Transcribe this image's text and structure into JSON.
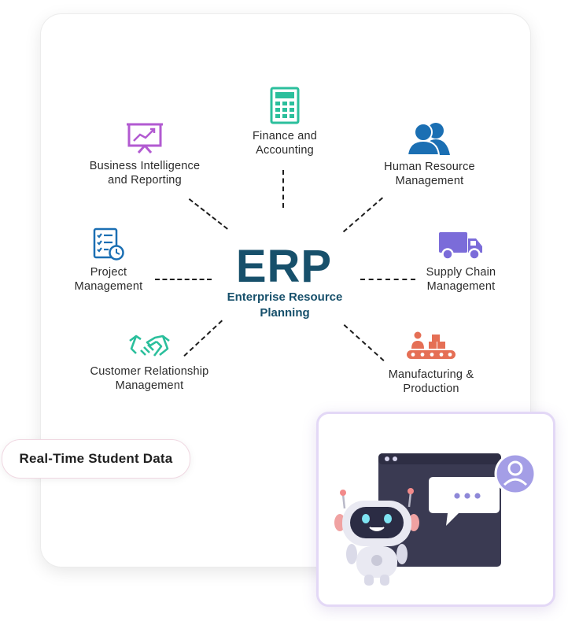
{
  "center": {
    "title": "ERP",
    "subtitle": "Enterprise Resource\nPlanning"
  },
  "modules": [
    {
      "id": "finance",
      "label": "Finance and\nAccounting",
      "icon": "calculator-icon",
      "color": "#2bbf9c"
    },
    {
      "id": "bi",
      "label": "Business Intelligence\nand Reporting",
      "icon": "presentation-chart-icon",
      "color": "#b25ad1"
    },
    {
      "id": "hr",
      "label": "Human Resource\nManagement",
      "icon": "people-icon",
      "color": "#1b6fb3"
    },
    {
      "id": "project",
      "label": "Project\nManagement",
      "icon": "checklist-clock-icon",
      "color": "#1b6fb3"
    },
    {
      "id": "supply",
      "label": "Supply Chain\nManagement",
      "icon": "truck-icon",
      "color": "#7b6cd9"
    },
    {
      "id": "crm",
      "label": "Customer Relationship\nManagement",
      "icon": "handshake-icon",
      "color": "#2bbf9c"
    },
    {
      "id": "manufacturing",
      "label": "Manufacturing &\nProduction",
      "icon": "conveyor-icon",
      "color": "#e56f55"
    }
  ],
  "badge": {
    "label": "Real-Time Student Data"
  },
  "illustration": {
    "name": "chatbot-robot",
    "window_color": "#3a3a52",
    "accent": "#9c93e0"
  },
  "colors": {
    "primary": "#17506b"
  }
}
